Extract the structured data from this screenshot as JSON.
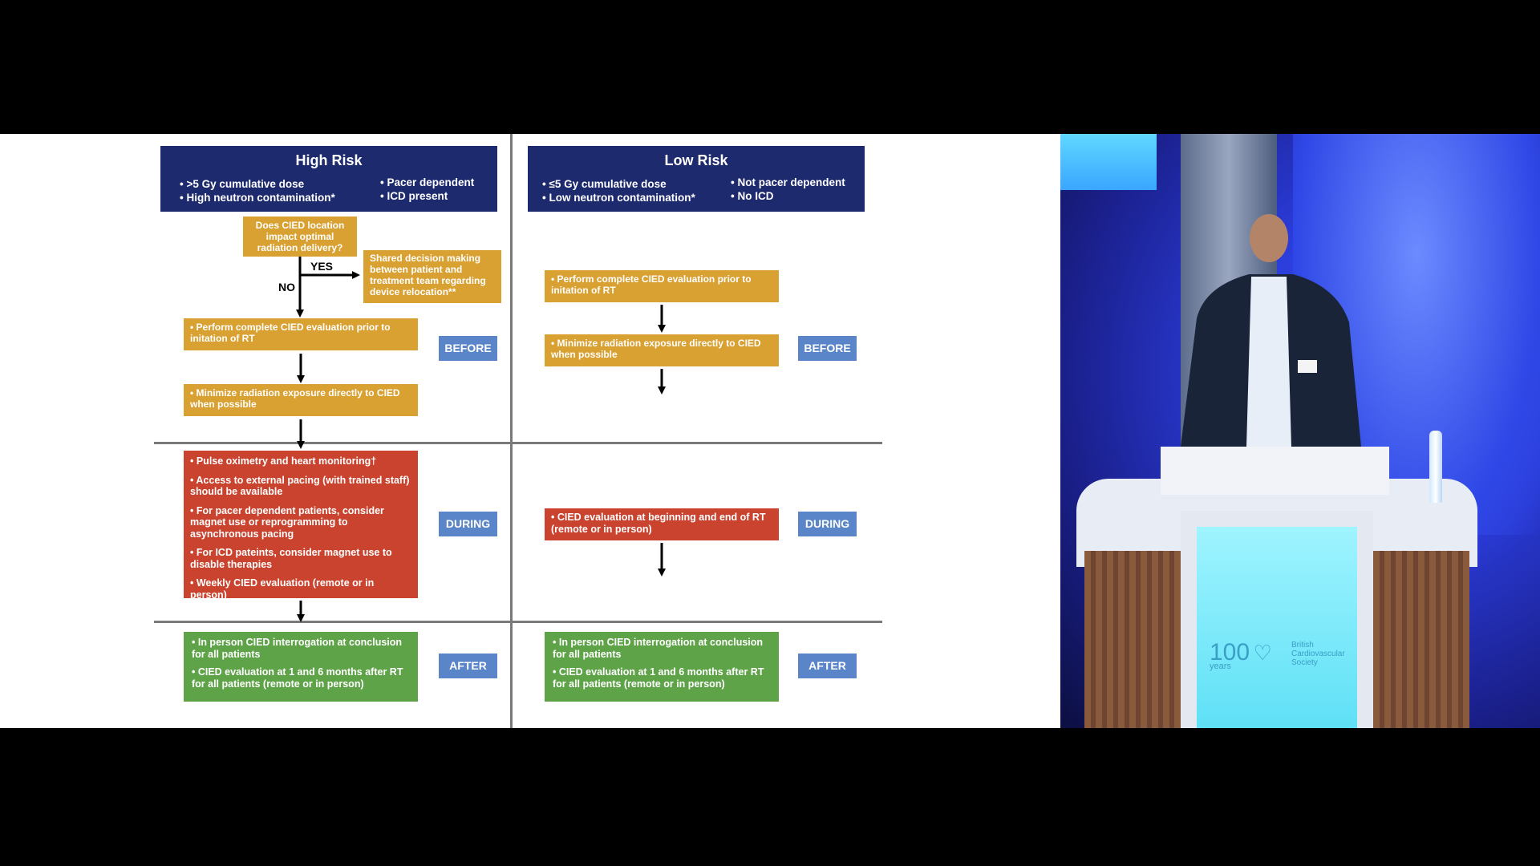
{
  "high": {
    "title": "High Risk",
    "criteria_left": [
      "• >5 Gy cumulative dose",
      "• High neutron contamination*"
    ],
    "criteria_right": [
      "• Pacer dependent",
      "• ICD present"
    ],
    "question": "Does CIED location impact optimal radiation delivery?",
    "yes_label": "YES",
    "no_label": "NO",
    "shared": "Shared decision making between patient and treatment team regarding device relocation**",
    "before_1": "• Perform complete CIED evaluation prior to initation of RT",
    "before_2": "• Minimize radiation exposure directly to CIED when possible",
    "during": [
      "• Pulse oximetry and heart monitoring†",
      "• Access to external pacing (with trained staff) should be available",
      "• For pacer dependent patients, consider magnet use or reprogramming to asynchronous pacing",
      "• For ICD pateints, consider magnet use to disable therapies",
      "• Weekly CIED evaluation (remote or in person)"
    ],
    "after": [
      "• In person CIED interrogation at conclusion for all patients",
      "• CIED evaluation at 1 and 6 months after RT for all patients (remote or in person)"
    ]
  },
  "low": {
    "title": "Low Risk",
    "criteria_left": [
      "• ≤5 Gy cumulative dose",
      "• Low neutron contamination*"
    ],
    "criteria_right": [
      "• Not pacer dependent",
      "• No ICD"
    ],
    "before_1": "• Perform complete CIED evaluation prior to initation of RT",
    "before_2": "• Minimize radiation exposure directly to CIED when possible",
    "during": "• CIED evaluation at beginning and end of RT (remote or in person)",
    "after": [
      "• In person CIED interrogation at conclusion for all patients",
      "• CIED evaluation at 1 and 6 months after RT for all patients (remote or in person)"
    ]
  },
  "phases": {
    "before": "BEFORE",
    "during": "DURING",
    "after": "AFTER"
  },
  "video": {
    "podium_logo_number": "100",
    "podium_logo_sub": "years",
    "podium_logo_org": "British Cardiovascular Society"
  },
  "colors": {
    "header": "#1d2a6e",
    "gold": "#d9a032",
    "red": "#c9432f",
    "green": "#5fa349",
    "tag": "#5a86c9"
  }
}
